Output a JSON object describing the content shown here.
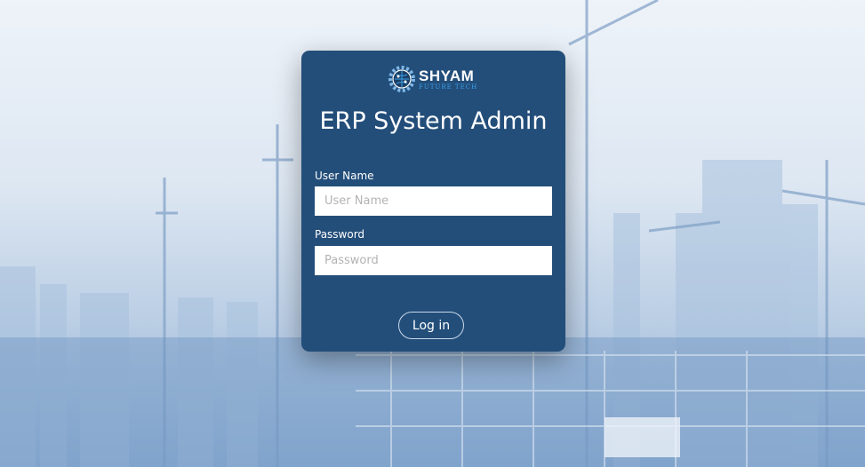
{
  "logo": {
    "name": "SHYAM",
    "tagline": "FUTURE TECH",
    "icon": "gear-globe-icon"
  },
  "title": "ERP System Admin",
  "username": {
    "label": "User Name",
    "placeholder": "User Name",
    "value": ""
  },
  "password": {
    "label": "Password",
    "placeholder": "Password",
    "value": ""
  },
  "login_button": "Log in",
  "colors": {
    "card": "#234e7a",
    "logo_accent": "#3aa0e8",
    "background_tint": "#b9cde4"
  }
}
